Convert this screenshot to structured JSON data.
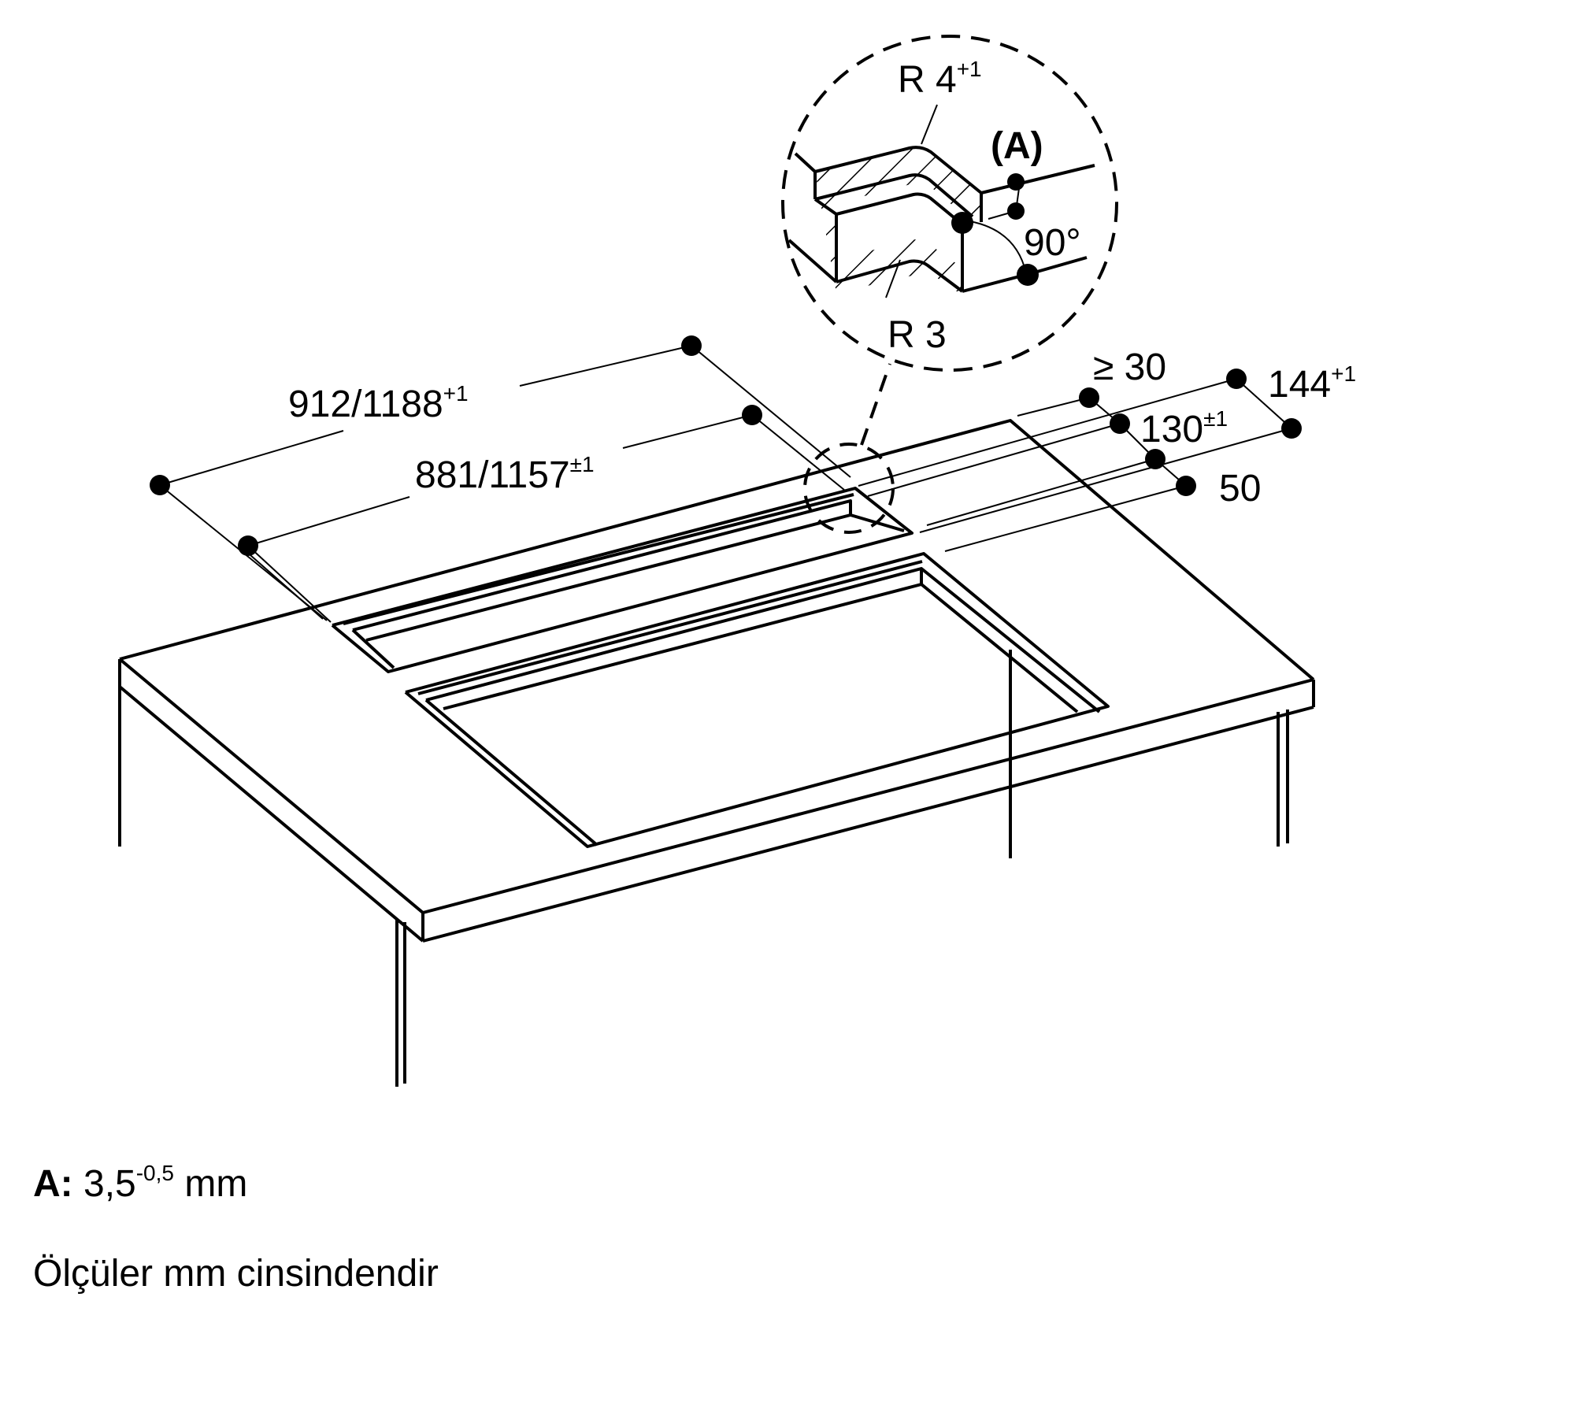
{
  "diagram": {
    "type": "cutout-installation-drawing",
    "subject": "Worktop cutout for cooktop with downdraft vent (isometric view)",
    "detail_callout": {
      "label_A": "(A)",
      "radius_top": {
        "value": "R 4",
        "tolerance": "+1"
      },
      "radius_bottom": {
        "value": "R 3",
        "tolerance": ""
      },
      "angle": "90°"
    },
    "dimensions": {
      "vent_cutout_length": {
        "value": "912/1188",
        "tolerance": "+1"
      },
      "cooktop_cutout_length": {
        "value": "881/1157",
        "tolerance": "±1"
      },
      "min_rear_distance": {
        "value": "≥ 30",
        "tolerance": ""
      },
      "total_depth": {
        "value": "144",
        "tolerance": "+1"
      },
      "vent_cutout_depth": {
        "value": "130",
        "tolerance": "±1"
      },
      "gap": {
        "value": "50",
        "tolerance": ""
      }
    }
  },
  "notes": {
    "a_label": "A:",
    "a_value": "3,5",
    "a_tolerance": "-0,5",
    "a_unit": "mm",
    "units_note": "Ölçüler mm cinsindendir"
  },
  "colors": {
    "line": "#000000",
    "background": "#ffffff"
  }
}
